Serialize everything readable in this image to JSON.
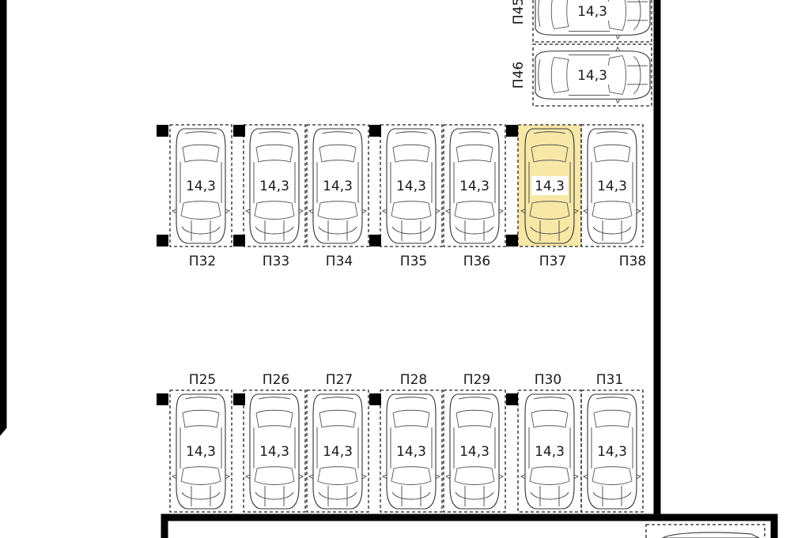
{
  "plan": {
    "selected_space": "П37",
    "colors": {
      "selected_fill": "#f7e8a7",
      "wall": "#000000",
      "slot_stroke": "#222222"
    },
    "top_row": [
      {
        "label": "П32",
        "area": "14,3"
      },
      {
        "label": "П33",
        "area": "14,3"
      },
      {
        "label": "П34",
        "area": "14,3"
      },
      {
        "label": "П35",
        "area": "14,3"
      },
      {
        "label": "П36",
        "area": "14,3"
      },
      {
        "label": "П37",
        "area": "14,3"
      },
      {
        "label": "П38",
        "area": "14,3"
      }
    ],
    "bottom_row": [
      {
        "label": "П25",
        "area": "14,3"
      },
      {
        "label": "П26",
        "area": "14,3"
      },
      {
        "label": "П27",
        "area": "14,3"
      },
      {
        "label": "П28",
        "area": "14,3"
      },
      {
        "label": "П29",
        "area": "14,3"
      },
      {
        "label": "П30",
        "area": "14,3"
      },
      {
        "label": "П31",
        "area": "14,3"
      }
    ],
    "right_column": [
      {
        "label": "П45",
        "area": "14,3"
      },
      {
        "label": "П46",
        "area": "14,3"
      }
    ]
  }
}
